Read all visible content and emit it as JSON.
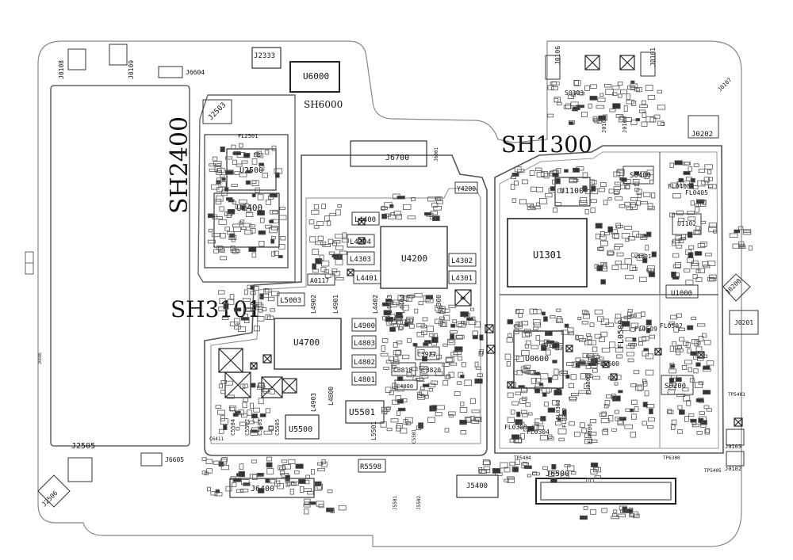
{
  "shield_labels": {
    "sh2400": "SH2400",
    "sh6000": "SH6000",
    "sh1300": "SH1300",
    "sh3101": "SH3101"
  },
  "chips": {
    "u6000": "U6000",
    "u2500": "U2500",
    "u2400": "U2400",
    "u4200": "U4200",
    "u4700": "U4700",
    "u5500": "U5500",
    "u5501": "U5501",
    "u1301": "U1301",
    "u1100": "U1100",
    "u0600": "U0600",
    "u1000": "U1000",
    "u1001": "U1001",
    "u1102": "U1102"
  },
  "connectors": {
    "j6700": "J6700",
    "j6400": "J6400",
    "j6500": "J6500",
    "j5400": "J5400",
    "j2333": "J2333",
    "j2503": "J2503",
    "j2505": "J2505",
    "j2506": "J2506",
    "j6604": "J6604",
    "j6605": "J6605",
    "j0202": "J0202",
    "j0200": "J0200",
    "j0201": "J0201",
    "j0108": "J0108",
    "j0109": "J0109",
    "j0106": "J0106",
    "j0101": "J0101",
    "j0104": "J0104",
    "j0105": "J0105",
    "j0107": "J0107",
    "j0103": "J0103",
    "j0102": "J0102",
    "j6001": "J6001",
    "j5501": "J5501",
    "j5502": "J5502",
    "j6606": "J6606"
  },
  "inductors": {
    "l4400": "L4400",
    "l4304": "L4304",
    "l4303": "L4303",
    "l4401": "L4401",
    "l4302": "L4302",
    "l4301": "L4301",
    "l4402": "L4402",
    "l4403": "L4403",
    "l4404": "L4404",
    "l4300": "L4300",
    "l5003": "L5003",
    "l4902": "L4902",
    "l4901": "L4901",
    "l4900": "L4900",
    "l4803": "L4803",
    "l4802": "L4802",
    "l4801": "L4801",
    "l4800": "L4800",
    "l4903": "L4903",
    "l5501": "L5501"
  },
  "filters": {
    "fl2501": "FL2501",
    "fl0408": "FL0408",
    "fl0405": "FL0405",
    "fl0500": "FL0500",
    "fl0509": "FL0509",
    "fl0502": "FL0502",
    "fl0600": "FL0600",
    "fl0303": "FL0303",
    "fl0304": "FL0304",
    "fl0306": "FL0306",
    "fl0302": "FL0302",
    "fl0305": "FL0305",
    "fl0301": "FL0301"
  },
  "misc": {
    "s0400": "S0400",
    "s0200": "S0200",
    "s0103": "S0103",
    "y4200": "Y4200",
    "r5598": "R5598",
    "a0117": "A0117",
    "c3927": "C3927",
    "c3818": "C3818",
    "c3820": "C3820",
    "c4000": "C4000",
    "c5504": "C5504",
    "c5502": "C5502",
    "c5503": "C5503",
    "c5505": "C5505",
    "c5501": "C5501",
    "tp5403": "TP5403",
    "tp5404": "TP5404",
    "tp5405": "TP5405",
    "tp6300": "TP6300",
    "j6604b": "J6604",
    "c6411": "C6411"
  }
}
